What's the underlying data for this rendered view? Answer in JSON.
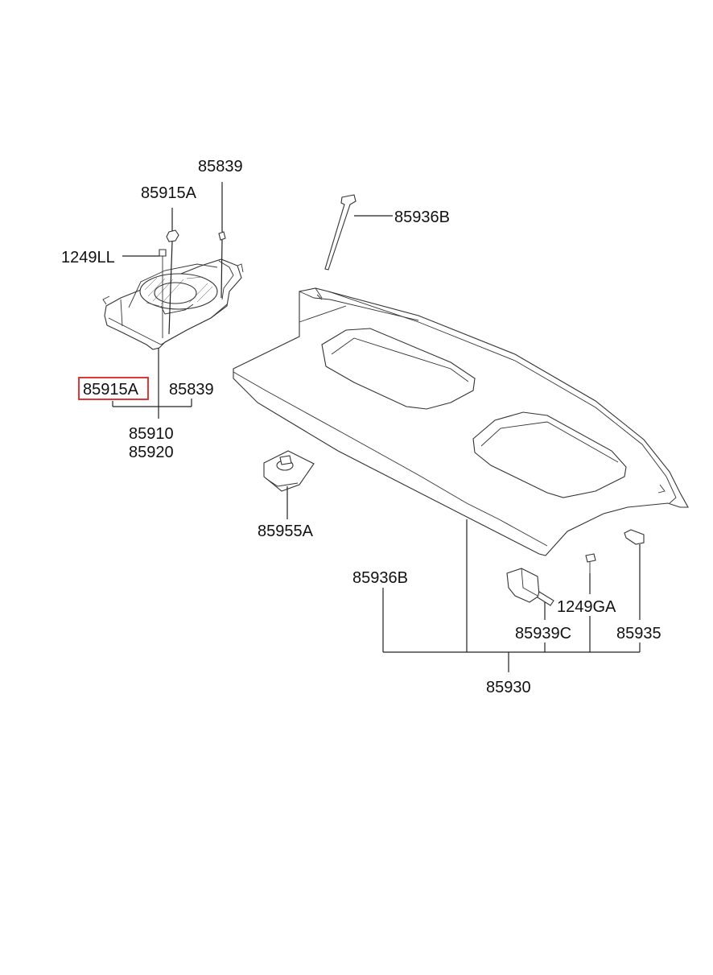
{
  "labels": {
    "p85839_top": "85839",
    "p85915A_top": "85915A",
    "p1249LL": "1249LL",
    "p85915A_boxed": "85915A",
    "p85839_mid": "85839",
    "p85910": "85910",
    "p85920": "85920",
    "p85936B_top": "85936B",
    "p85955A": "85955A",
    "p85936B_bottom": "85936B",
    "p1249GA": "1249GA",
    "p85939C": "85939C",
    "p85935": "85935",
    "p85930": "85930"
  },
  "colors": {
    "highlight_box": "#e02020",
    "line": "#222222"
  }
}
